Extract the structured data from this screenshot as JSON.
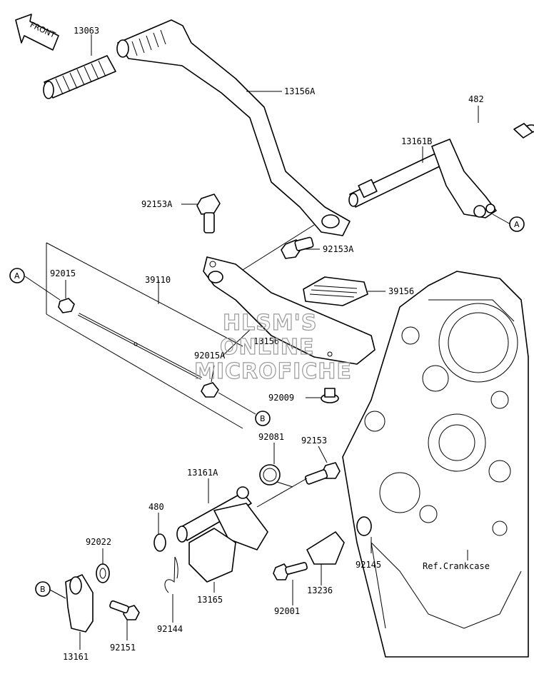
{
  "diagram": {
    "front_arrow": "FRONT",
    "watermark": [
      "HLSM'S",
      "ONLINE",
      "MICROFICHE"
    ],
    "ref_note": "Ref.Crankcase",
    "markers": {
      "a": "A",
      "b": "B"
    },
    "parts": {
      "p13063": "13063",
      "p13156A": "13156A",
      "p482": "482",
      "p13161B": "13161B",
      "p92153A_1": "92153A",
      "p92153A_2": "92153A",
      "p39156": "39156",
      "p92015": "92015",
      "p39110": "39110",
      "p13156": "13156",
      "p92015A": "92015A",
      "p92009": "92009",
      "p92081": "92081",
      "p92153": "92153",
      "p13161A": "13161A",
      "p480": "480",
      "p92022": "92022",
      "p92145": "92145",
      "p13236": "13236",
      "p13165": "13165",
      "p92001": "92001",
      "p92144": "92144",
      "p92151": "92151",
      "p13161": "13161"
    }
  }
}
